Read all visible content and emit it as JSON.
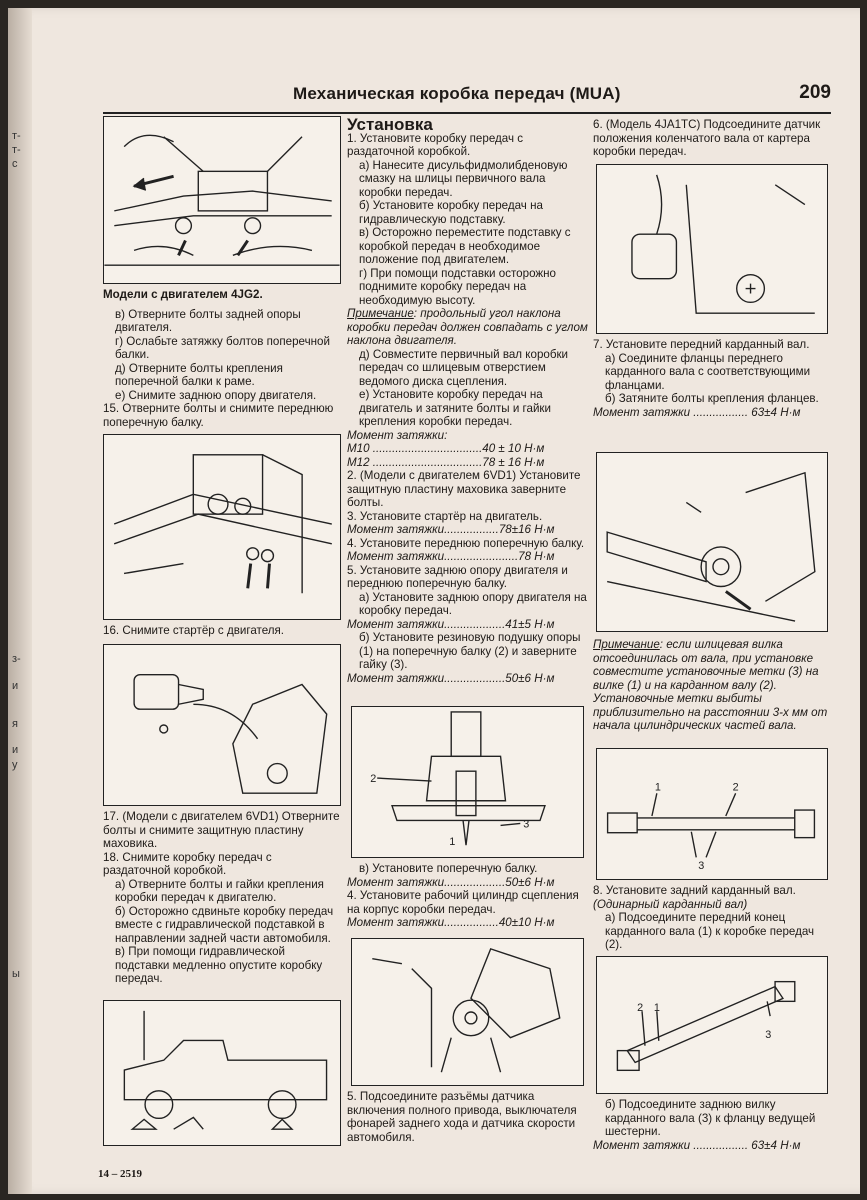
{
  "header": {
    "title": "Механическая коробка передач (MUA)",
    "page_number": "209"
  },
  "edge_fragments": [
    "т-",
    "т-",
    "с",
    "з-",
    "и",
    "я",
    "и",
    "у",
    "ы"
  ],
  "col1": {
    "caption1": "Модели с двигателем 4JG2.",
    "lines1": [
      "в) Отверните болты задней опоры двигателя.",
      "г) Ослабьте затяжку болтов поперечной балки.",
      "д) Отверните болты крепления поперечной балки к раме.",
      "е) Снимите заднюю опору двигателя.",
      "15. Отверните болты и снимите переднюю поперечную балку."
    ],
    "caption2": "16. Снимите стартёр с двигателя.",
    "lines2": [
      "17. (Модели с двигателем 6VD1) Отверните болты и снимите защитную пластину маховика.",
      "18. Снимите коробку передач с раздаточной коробкой.",
      "а) Отверните болты и гайки крепления коробки передач к двигателю.",
      "б) Осторожно сдвиньте коробку передач вместе с гидравлической подставкой в направлении задней части автомобиля.",
      "в) При помощи гидравлической подставки медленно опустите коробку передач."
    ]
  },
  "col2": {
    "heading": "Установка",
    "lines1": [
      "1. Установите коробку передач с раздаточной коробкой.",
      "а) Нанесите дисульфидмолибденовую смазку на шлицы первичного вала коробки передач.",
      "б) Установите коробку передач на гидравлическую подставку.",
      "в) Осторожно переместите подставку с коробкой передач в необходимое положение под двигателем.",
      "г) При помощи подставки осторожно поднимите коробку передач на необходимую высоту."
    ],
    "note_label": "Примечание",
    "note_text": ": продольный угол наклона коробки передач должен совпадать с углом наклона двигателя.",
    "lines2": [
      "д) Совместите первичный вал коробки передач со шлицевым отверстием ведомого диска сцепления.",
      "е) Установите коробку передач на двигатель и затяните болты и гайки крепления коробки передач."
    ],
    "torque_label": "Момент затяжки:",
    "m10": "М10 ..................................40 ± 10 Н·м",
    "m12": "М12 ..................................78 ± 16 Н·м",
    "lines3": [
      "2. (Модели с двигателем 6VD1) Установите защитную пластину маховика заверните болты.",
      "3. Установите стартёр на двигатель."
    ],
    "t1": "Момент затяжки.................78±16 Н·м",
    "line4": "4. Установите переднюю поперечную балку.",
    "t2": "Момент затяжки.......................78 Н·м",
    "lines5": [
      "5. Установите заднюю опору двигателя и переднюю поперечную балку.",
      "а) Установите заднюю опору двигателя на коробку передач."
    ],
    "t3": "Момент затяжки...................41±5 Н·м",
    "line6": "б) Установите резиновую подушку опоры (1) на поперечную балку (2) и заверните гайку (3).",
    "t4": "Момент затяжки...................50±6 Н·м",
    "fig_labels": [
      "2",
      "1",
      "3"
    ],
    "line7": "в) Установите поперечную балку.",
    "t5": "Момент затяжки...................50±6 Н·м",
    "line8": "4. Установите рабочий цилиндр сцепления на корпус коробки передач.",
    "t6": "Момент затяжки.................40±10 Н·м",
    "line9": "5. Подсоедините разъёмы датчика включения полного привода, выключателя фонарей заднего хода и датчика скорости автомобиля."
  },
  "col3": {
    "line1": "6. (Модель 4JA1TC) Подсоедините датчик положения коленчатого вала от картера коробки передач.",
    "lines2": [
      "7. Установите передний карданный вал.",
      "а) Соедините фланцы переднего карданного вала с соответствующими фланцами.",
      "б) Затяните болты крепления фланцев."
    ],
    "t1": "Момент затяжки ................. 63±4 Н·м",
    "note_label": "Примечание",
    "note_text": ": если шлицевая вилка отсоединилась от вала, при установке совместите установочные метки (3) на вилке (1) и на карданном валу (2). Установочные метки выбиты приблизительно на расстоянии 3-х мм от начала цилиндрических частей вала.",
    "fig_labels1": [
      "1",
      "2",
      "3"
    ],
    "line3": "8. Установите задний карданный вал.",
    "line3b": "(Одинарный карданный вал)",
    "line4": "а) Подсоедините передний конец карданного вала (1) к коробке передач (2).",
    "fig_labels2": [
      "2",
      "1",
      "3"
    ],
    "line5": "б) Подсоедините заднюю вилку карданного вала (3) к фланцу ведущей шестерни.",
    "t2": "Момент затяжки ................. 63±4 Н·м"
  },
  "footer": "14 – 2519"
}
